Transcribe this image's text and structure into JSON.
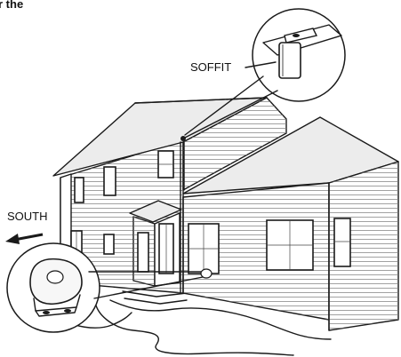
{
  "caption_fragment": "r the",
  "labels": {
    "soffit": "SOFFIT",
    "south": "SOUTH"
  }
}
